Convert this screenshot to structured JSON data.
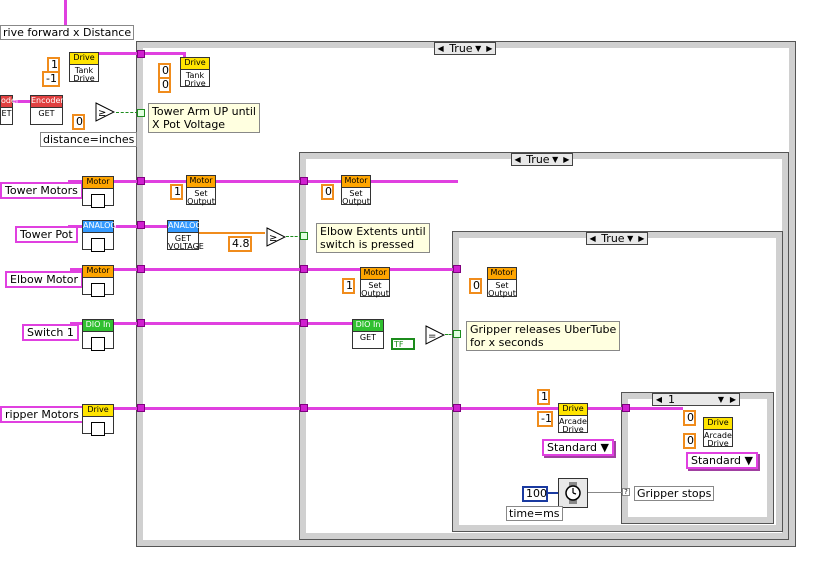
{
  "diagram": {
    "top_label": "rive forward x Distance",
    "tank_drive_outer": {
      "header": "Drive",
      "line1": "Tank",
      "line2": "Drive",
      "input_left": "1",
      "input_right": "-1"
    },
    "tank_drive_inner": {
      "header": "Drive",
      "line1": "Tank",
      "line2": "Drive",
      "input_left": "0",
      "input_right": "0"
    },
    "encoder_small": {
      "header": "oder",
      "body": "ET"
    },
    "encoder_get": {
      "header": "Encoder",
      "body": "GET"
    },
    "distance_const": "0",
    "distance_label": "distance=inches",
    "note_tower_arm": "Tower Arm UP until\nX Pot Voltage",
    "controls": {
      "tower_motors": "Tower Motors",
      "tower_pot": "Tower Pot",
      "elbow_motor": "Elbow Motor",
      "switch_1": "Switch 1",
      "gripper_motors": "ripper Motors"
    },
    "vi_tower_motor": {
      "header": "Motor"
    },
    "vi_tower_pot": {
      "header": "ANALOG"
    },
    "vi_elbow_motor": {
      "header": "Motor"
    },
    "vi_switch": {
      "header": "DIO In"
    },
    "vi_gripper": {
      "header": "Drive"
    },
    "tower_set_output": {
      "header": "Motor",
      "line1": "Set",
      "line2": "Output",
      "input": "1"
    },
    "analog_get_voltage": {
      "header": "ANALOG",
      "line1": "GET",
      "line2": "VOLTAGE"
    },
    "voltage_const": "4.8",
    "outer_case": {
      "selector": "True"
    },
    "middle_case": {
      "selector": "True"
    },
    "inner_case": {
      "selector": "True"
    },
    "innermost_case": {
      "selector": "1"
    },
    "middle_set_output": {
      "header": "Motor",
      "line1": "Set",
      "line2": "Output",
      "input": "0"
    },
    "note_elbow": "Elbow Extents until\nswitch is pressed",
    "elbow_set_output_a": {
      "header": "Motor",
      "line1": "Set",
      "line2": "Output",
      "input": "1"
    },
    "elbow_set_output_b": {
      "header": "Motor",
      "line1": "Set",
      "line2": "Output",
      "input": "0"
    },
    "dio_get": {
      "header": "DIO In",
      "body": "GET"
    },
    "bool_const": "F",
    "note_gripper": "Gripper releases UberTube\nfor x seconds",
    "arcade_drive_a": {
      "header": "Drive",
      "line1": "Arcade",
      "line2": "Drive",
      "in1": "1",
      "in2": "-1",
      "mode": "Standard"
    },
    "arcade_drive_b": {
      "header": "Drive",
      "line1": "Arcade",
      "line2": "Drive",
      "in1": "0",
      "in2": "0",
      "mode": "Standard"
    },
    "wait_const": "100",
    "time_label": "time=ms",
    "note_gripper_stops": "Gripper stops"
  },
  "colors": {
    "wire": "#e040e0",
    "int_const": "#f08c1c",
    "bool": "#1c8c1c",
    "numeric_blue": "#1a3aa0"
  }
}
